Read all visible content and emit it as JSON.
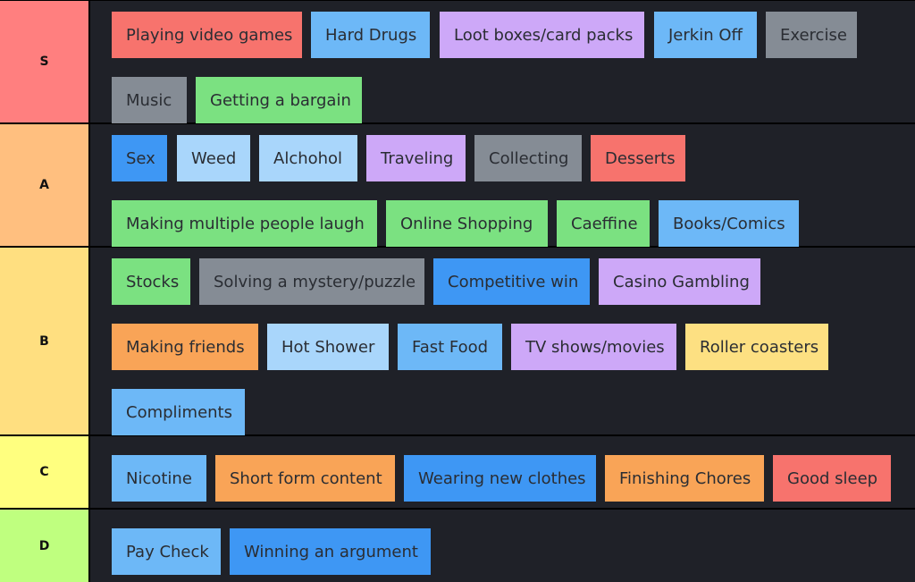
{
  "tiers": [
    {
      "label": "S",
      "color": "#ff7f7f",
      "items": [
        "Playing video games",
        "Hard Drugs",
        "Loot boxes/card packs",
        "Jerkin Off",
        "Exercise",
        "Music",
        "Getting a bargain"
      ]
    },
    {
      "label": "A",
      "color": "#ffbf7f",
      "items": [
        "Sex",
        "Weed",
        "Alchohol",
        "Traveling",
        "Collecting",
        "Desserts",
        "Making multiple people laugh",
        "Online Shopping",
        "Caeffine",
        "Books/Comics"
      ]
    },
    {
      "label": "B",
      "color": "#ffdf80",
      "items": [
        "Stocks",
        "Solving a mystery/puzzle",
        "Competitive win",
        "Casino Gambling",
        "Making friends",
        "Hot Shower",
        "Fast Food",
        "TV shows/movies",
        "Roller coasters",
        "Compliments"
      ]
    },
    {
      "label": "C",
      "color": "#ffff7f",
      "items": [
        "Nicotine",
        "Short form content",
        "Wearing new clothes",
        "Finishing Chores",
        "Good sleep"
      ]
    },
    {
      "label": "D",
      "color": "#bfff7f",
      "items": [
        "Pay Check",
        "Winning an argument"
      ]
    }
  ]
}
